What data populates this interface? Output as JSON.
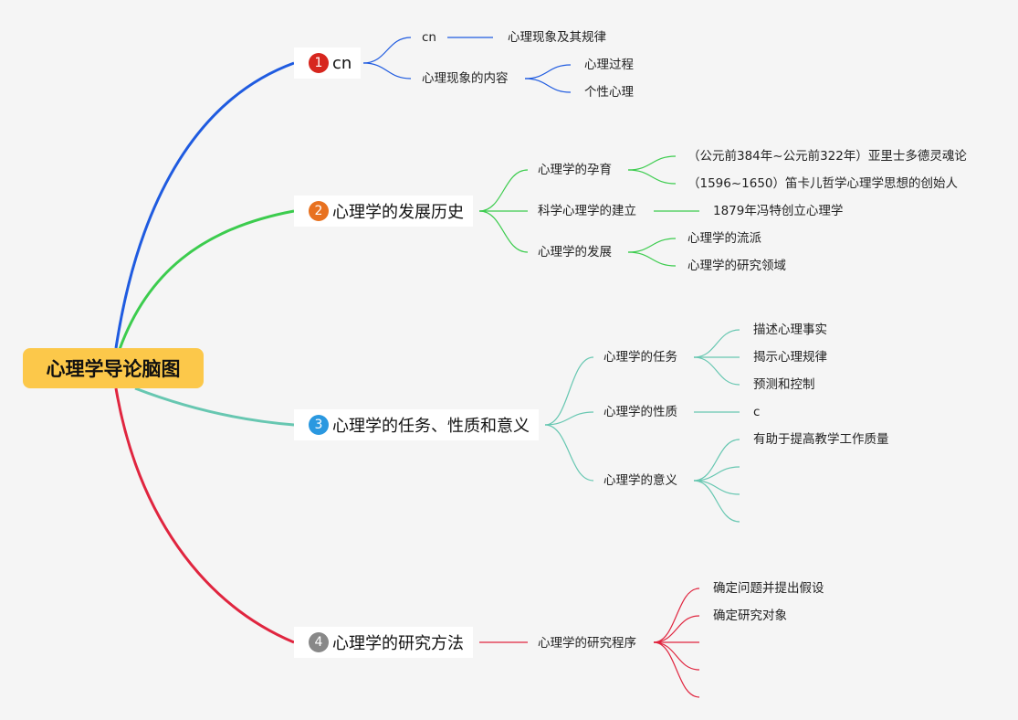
{
  "root": {
    "label": "心理学导论脑图"
  },
  "branches": [
    {
      "number": "1",
      "label": "cn",
      "color": "#1f5be0",
      "badge_color": "#d7261e",
      "children": [
        {
          "label": "cn",
          "children": [
            "心理现象及其规律"
          ]
        },
        {
          "label": "心理现象的内容",
          "children": [
            "心理过程",
            "个性心理"
          ]
        }
      ]
    },
    {
      "number": "2",
      "label": "心理学的发展历史",
      "color": "#3ccc4e",
      "badge_color": "#e8711f",
      "children": [
        {
          "label": "心理学的孕育",
          "children": [
            "（公元前384年~公元前322年）亚里士多德灵魂论",
            "（1596~1650）笛卡儿哲学心理学思想的创始人"
          ]
        },
        {
          "label": "科学心理学的建立",
          "children": [
            "1879年冯特创立心理学"
          ]
        },
        {
          "label": "心理学的发展",
          "children": [
            "心理学的流派",
            "心理学的研究领域"
          ]
        }
      ]
    },
    {
      "number": "3",
      "label": "心理学的任务、性质和意义",
      "color": "#67c7b1",
      "badge_color": "#2a98e0",
      "children": [
        {
          "label": "心理学的任务",
          "children": [
            "描述心理事实",
            "揭示心理规律",
            "预测和控制"
          ]
        },
        {
          "label": "心理学的性质",
          "children": [
            "c"
          ]
        },
        {
          "label": "心理学的意义",
          "children": [
            "有助于提高教学工作质量",
            "",
            "",
            ""
          ]
        }
      ]
    },
    {
      "number": "4",
      "label": "心理学的研究方法",
      "color": "#e0253f",
      "badge_color": "#888888",
      "children": [
        {
          "label": "心理学的研究程序",
          "children": [
            "确定问题并提出假设",
            "确定研究对象",
            "",
            "",
            ""
          ]
        }
      ]
    }
  ]
}
